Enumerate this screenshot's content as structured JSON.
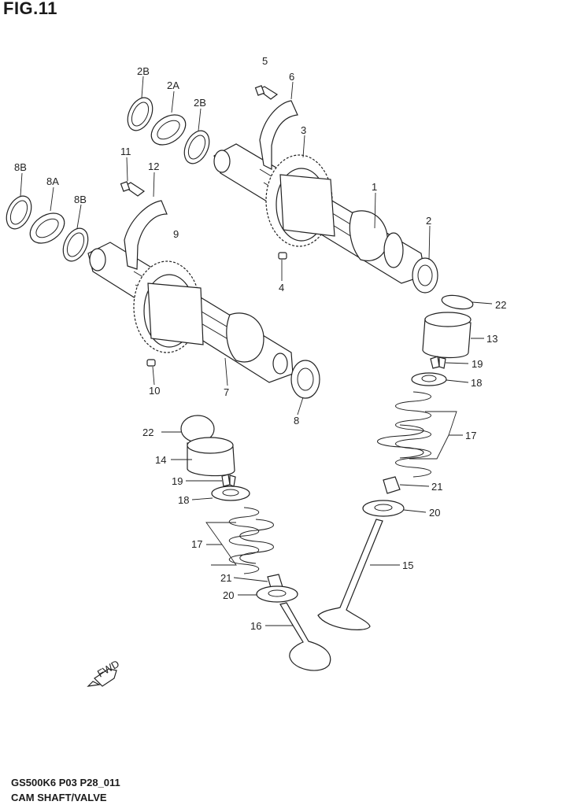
{
  "figure_title": "FIG.11",
  "footer": {
    "model_code": "GS500K6 P03 P28_011",
    "section_name": "CAM SHAFT/VALVE"
  },
  "direction_marker": "FWD",
  "callouts": {
    "c1": "1",
    "c2": "2",
    "c2a": "2A",
    "c2b_left": "2B",
    "c2b_right": "2B",
    "c3": "3",
    "c4": "4",
    "c5": "5",
    "c6": "6",
    "c7": "7",
    "c8": "8",
    "c8a": "8A",
    "c8b_left": "8B",
    "c8b_right": "8B",
    "c9": "9",
    "c10": "10",
    "c11": "11",
    "c12": "12",
    "c13": "13",
    "c14": "14",
    "c15": "15",
    "c16": "16",
    "c17_right": "17",
    "c17_left": "17",
    "c18_right": "18",
    "c18_left": "18",
    "c19_right": "19",
    "c19_left": "19",
    "c20_right": "20",
    "c20_left": "20",
    "c21_right": "21",
    "c21_left": "21",
    "c22_right": "22",
    "c22_left": "22"
  }
}
